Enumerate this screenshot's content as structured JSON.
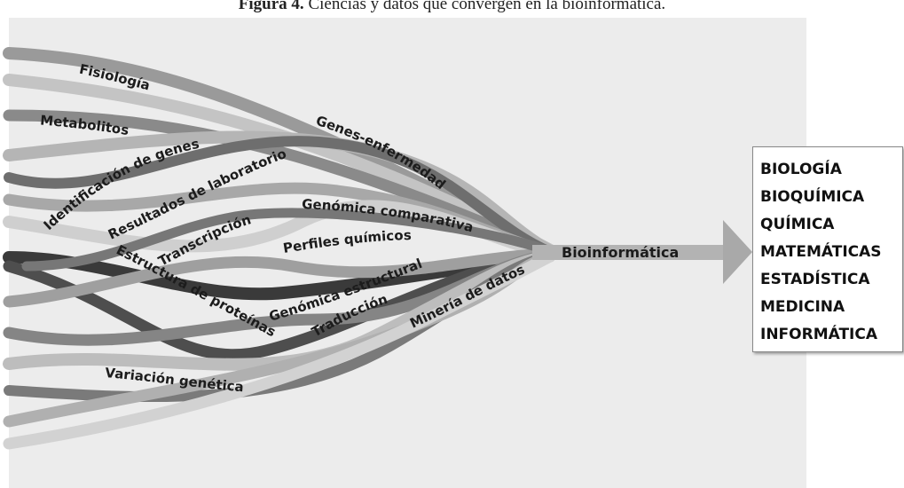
{
  "caption": {
    "label": "Figura 4.",
    "text": "Ciencias y datos que convergen en la bioinformática."
  },
  "strands": [
    "Fisiología",
    "Metabolitos",
    "Identificación de genes",
    "Resultados de laboratorio",
    "Genes-enfermedad",
    "Transcripción",
    "Genómica comparativa",
    "Perfiles químicos",
    "Estructura de proteínas",
    "Genómica estructural",
    "Traducción",
    "Minería de datos",
    "Variación genética"
  ],
  "convergence_label": "Bioinformática",
  "disciplines": [
    "BIOLOGÍA",
    "BIOQUÍMICA",
    "QUÍMICA",
    "MATEMÁTICAS",
    "ESTADÍSTICA",
    "MEDICINA",
    "INFORMÁTICA"
  ]
}
